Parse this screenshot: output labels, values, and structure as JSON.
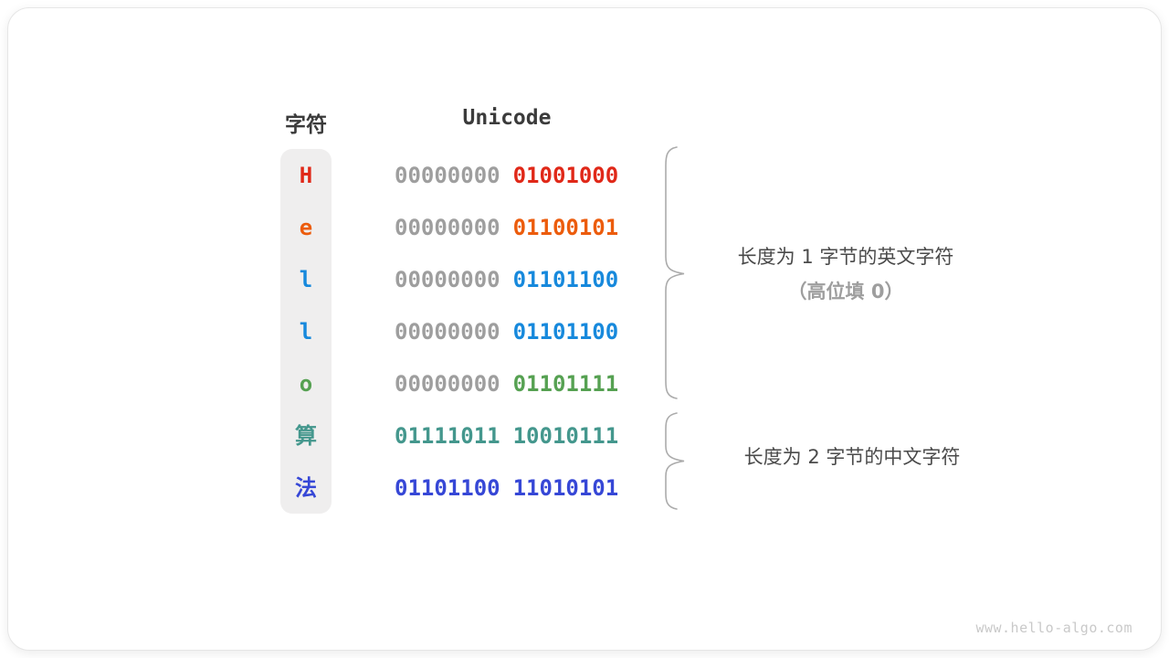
{
  "watermark": "www.hello-algo.com",
  "table": {
    "headers": {
      "char": "字符",
      "unicode": "Unicode"
    },
    "rows": [
      {
        "char": "H",
        "char_color": "#e02818",
        "byte1": "00000000",
        "byte1_color": "#9e9e9e",
        "byte2": "01001000",
        "byte2_color": "#e02818"
      },
      {
        "char": "e",
        "char_color": "#ec5c0c",
        "byte1": "00000000",
        "byte1_color": "#9e9e9e",
        "byte2": "01100101",
        "byte2_color": "#ec5c0c"
      },
      {
        "char": "l",
        "char_color": "#1789dc",
        "byte1": "00000000",
        "byte1_color": "#9e9e9e",
        "byte2": "01101100",
        "byte2_color": "#1789dc"
      },
      {
        "char": "l",
        "char_color": "#1789dc",
        "byte1": "00000000",
        "byte1_color": "#9e9e9e",
        "byte2": "01101100",
        "byte2_color": "#1789dc"
      },
      {
        "char": "o",
        "char_color": "#56a152",
        "byte1": "00000000",
        "byte1_color": "#9e9e9e",
        "byte2": "01101111",
        "byte2_color": "#56a152"
      },
      {
        "char": "算",
        "char_color": "#44978d",
        "byte1": "01111011",
        "byte1_color": "#44978d",
        "byte2": "10010111",
        "byte2_color": "#44978d"
      },
      {
        "char": "法",
        "char_color": "#3647d6",
        "byte1": "01101100",
        "byte1_color": "#3647d6",
        "byte2": "11010101",
        "byte2_color": "#3647d6"
      }
    ]
  },
  "annotations": {
    "english": {
      "line1": "长度为 1 字节的英文字符",
      "line2": "（高位填 0）"
    },
    "chinese": {
      "line1": "长度为 2 字节的中文字符"
    }
  },
  "colors": {
    "byte_muted": "#9e9e9e",
    "brace": "#ababab",
    "column_bg": "#efeeee",
    "header_text": "#3b3b3b",
    "annotation_text": "#4a4a4a",
    "annotation_muted": "#9e9e9e",
    "watermark": "#c9c9c9"
  }
}
